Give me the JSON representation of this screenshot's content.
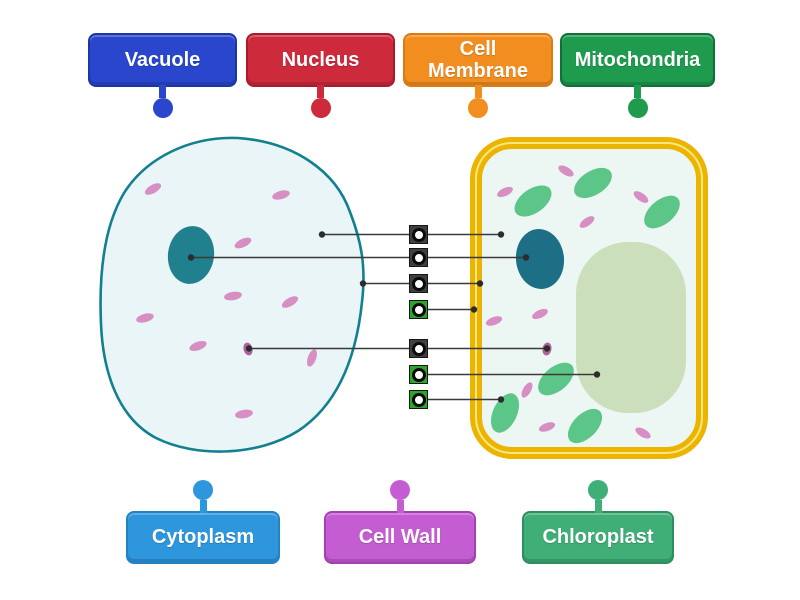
{
  "activity": {
    "type": "labelled-diagram",
    "background": "#ffffff",
    "description": "Drag-and-drop cell biology labelling activity with an animal cell (left) and a plant cell (right)"
  },
  "labels": [
    {
      "text": "Vacuole",
      "color": "#2a46cc",
      "border_color": "#1e35a8",
      "pin": "bottom"
    },
    {
      "text": "Nucleus",
      "color": "#cd2a3c",
      "border_color": "#a91a2a",
      "pin": "bottom"
    },
    {
      "text": "Cell Membrane",
      "color": "#f28d20",
      "border_color": "#dd7a12",
      "pin": "bottom"
    },
    {
      "text": "Mitochondria",
      "color": "#1e9b4d",
      "border_color": "#107038",
      "pin": "bottom"
    },
    {
      "text": "Cytoplasm",
      "color": "#2e96dd",
      "border_color": "#2382c4",
      "pin": "top"
    },
    {
      "text": "Cell Wall",
      "color": "#c45cd2",
      "border_color": "#a53fb4",
      "pin": "top"
    },
    {
      "text": "Chloroplast",
      "color": "#3fae77",
      "border_color": "#2e8f5e",
      "pin": "top"
    }
  ],
  "targets": [
    {
      "structure": "cytoplasm",
      "state": "empty"
    },
    {
      "structure": "nucleus",
      "state": "empty"
    },
    {
      "structure": "cell-membrane",
      "state": "empty"
    },
    {
      "structure": "cell-wall",
      "state": "filled"
    },
    {
      "structure": "mitochondria",
      "state": "empty"
    },
    {
      "structure": "vacuole",
      "state": "filled"
    },
    {
      "structure": "chloroplast",
      "state": "filled"
    }
  ],
  "colors": {
    "target_empty": "#3f3f3f",
    "target_filled": "#2ca52c",
    "target_border": "#161616",
    "connector_line": "#3a3a3a",
    "endpoint_dot": "#2c2c2c",
    "animal_membrane": "#12808f",
    "animal_fill": "#e9f5f6",
    "animal_nucleus": "#20808d",
    "plant_nucleus": "#1d6f85",
    "plant_wall": "#ecb400",
    "plant_wall_inner_line": "#f9e87f",
    "plant_fill": "#ecf6f2",
    "vacuole_fill": "#ccdfbd",
    "chloroplast_fill": "#5cc689",
    "organelle_pink": "#d78ec2",
    "mitochondrion_dark": "#b0619e"
  }
}
